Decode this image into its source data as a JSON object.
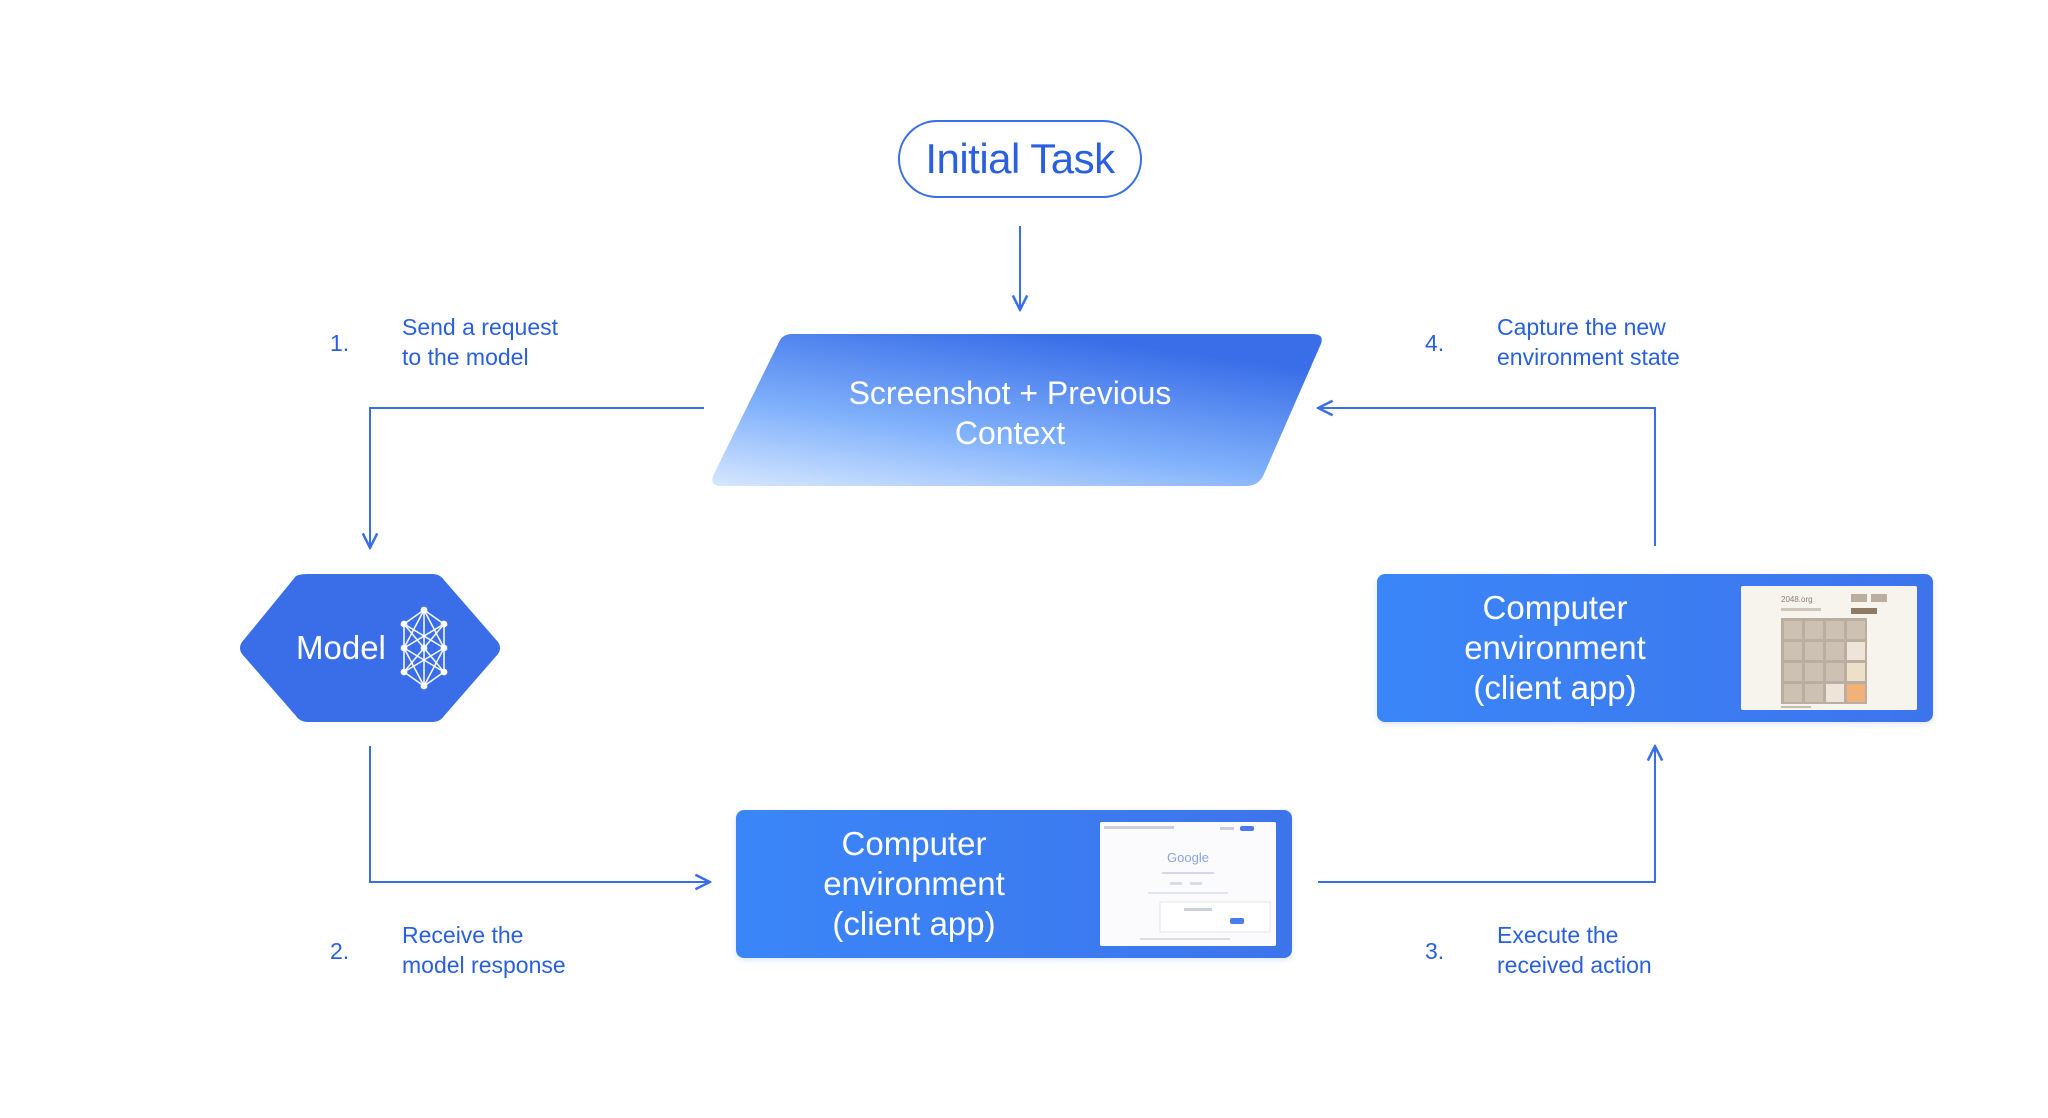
{
  "colors": {
    "accent": "#3a6ee8",
    "text_blue": "#2a5fe0",
    "gradient_light": "#cfe2ff",
    "gradient_dark": "#3a6ee8",
    "white": "#ffffff"
  },
  "initial_task": {
    "label": "Initial Task"
  },
  "context": {
    "line1": "Screenshot + Previous",
    "line2": "Context"
  },
  "model": {
    "label": "Model",
    "icon": "neural-network-icon"
  },
  "env_bottom": {
    "line1": "Computer environment",
    "line2": "(client app)",
    "thumbnail": {
      "logo": "Google"
    }
  },
  "env_right": {
    "line1": "Computer environment",
    "line2": "(client app)",
    "thumbnail": {
      "site": "2048.org"
    }
  },
  "steps": [
    {
      "number": "1.",
      "line1": "Send a request",
      "line2": "to the model"
    },
    {
      "number": "2.",
      "line1": "Receive the",
      "line2": "model response"
    },
    {
      "number": "3.",
      "line1": "Execute the",
      "line2": "received action"
    },
    {
      "number": "4.",
      "line1": "Capture the new",
      "line2": "environment state"
    }
  ]
}
